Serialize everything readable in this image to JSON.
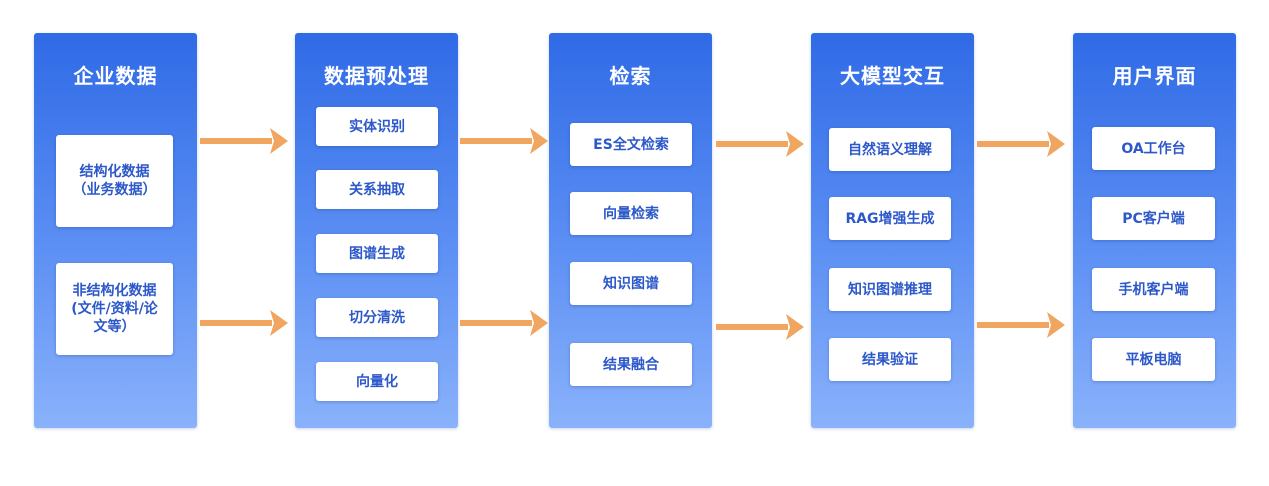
{
  "columns": [
    {
      "title": "企业数据",
      "items": [
        "结构化数据\n（业务数据）",
        "非结构化数据\n(文件/资料/论\n文等）"
      ]
    },
    {
      "title": "数据预处理",
      "items": [
        "实体识别",
        "关系抽取",
        "图谱生成",
        "切分清洗",
        "向量化"
      ]
    },
    {
      "title": "检索",
      "items": [
        "ES全文检索",
        "向量检索",
        "知识图谱",
        "结果融合"
      ]
    },
    {
      "title": "大模型交互",
      "items": [
        "自然语义理解",
        "RAG增强生成",
        "知识图谱推理",
        "结果验证"
      ]
    },
    {
      "title": "用户界面",
      "items": [
        "OA工作台",
        "PC客户端",
        "手机客户端",
        "平板电脑"
      ]
    }
  ],
  "colors": {
    "column_top": "#2f6ae6",
    "column_bottom": "#8ab2fb",
    "item_text": "#2c58c9",
    "arrow": "#f0a560"
  }
}
